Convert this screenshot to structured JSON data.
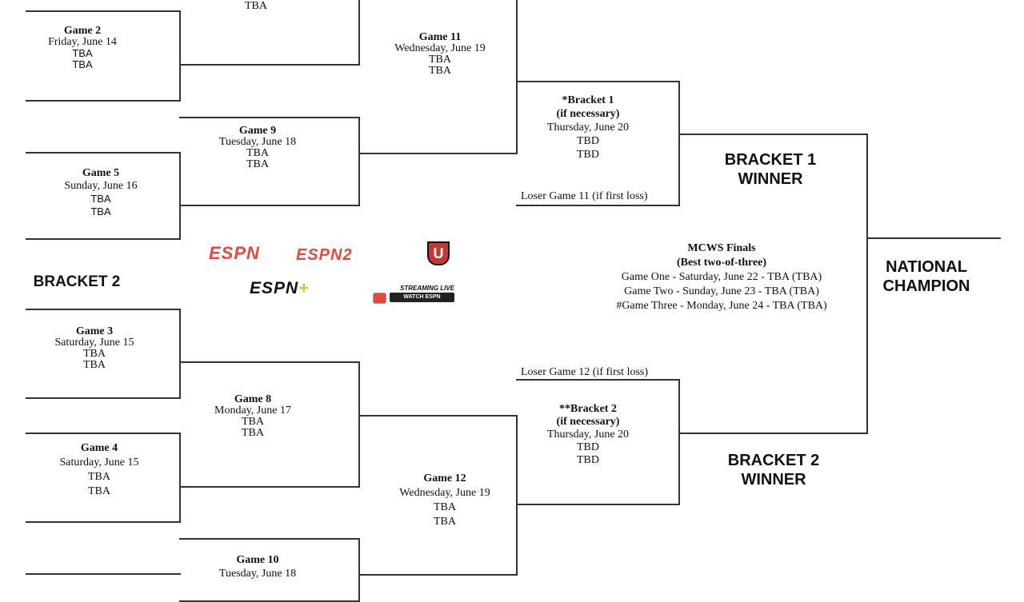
{
  "games": {
    "top": {
      "t1": "TBA"
    },
    "g2": {
      "title": "Game 2",
      "date": "Friday, June 14",
      "t1": "TBA",
      "t2": "TBA"
    },
    "g11": {
      "title": "Game 11",
      "date": "Wednesday, June 19",
      "t1": "TBA",
      "t2": "TBA"
    },
    "g9": {
      "title": "Game 9",
      "date": "Tuesday, June 18",
      "t1": "TBA",
      "t2": "TBA"
    },
    "g5": {
      "title": "Game 5",
      "date": "Sunday, June 16",
      "t1": "TBA",
      "t2": "TBA"
    },
    "g3": {
      "title": "Game 3",
      "date": "Saturday, June 15",
      "t1": "TBA",
      "t2": "TBA"
    },
    "g8": {
      "title": "Game 8",
      "date": "Monday, June 17",
      "t1": "TBA",
      "t2": "TBA"
    },
    "g4": {
      "title": "Game 4",
      "date": "Saturday, June 15",
      "t1": "TBA",
      "t2": "TBA"
    },
    "g12": {
      "title": "Game 12",
      "date": "Wednesday, June 19",
      "t1": "TBA",
      "t2": "TBA"
    },
    "g10": {
      "title": "Game 10",
      "date": "Tuesday, June 18"
    }
  },
  "bracket1": {
    "title": "*Bracket 1",
    "sub": "(if necessary)",
    "date": "Thursday, June 20",
    "t1": "TBD",
    "t2": "TBD",
    "loser": "Loser Game 11 (if first loss)"
  },
  "bracket2": {
    "title": "**Bracket 2",
    "sub": "(if necessary)",
    "date": "Thursday, June 20",
    "t1": "TBD",
    "t2": "TBD",
    "loser": "Loser Game 12 (if first loss)"
  },
  "labels": {
    "bracket2": "BRACKET 2",
    "b1w1": "BRACKET 1",
    "b1w2": "WINNER",
    "b2w1": "BRACKET 2",
    "b2w2": "WINNER",
    "nc1": "NATIONAL",
    "nc2": "CHAMPION"
  },
  "finals": {
    "title": "MCWS Finals",
    "sub": "(Best two-of-three)",
    "g1": "Game One - Saturday, June 22 - TBA (TBA)",
    "g2": "Game Two - Sunday, June 23 - TBA (TBA)",
    "g3": "#Game Three - Monday, June 24 - TBA (TBA)"
  },
  "logos": {
    "espn": "ESPN",
    "espn2": "ESPN2",
    "espnu": "U",
    "espnplus": "ESPN",
    "plus": "+",
    "streaming": "STREAMING LIVE",
    "watch": "WATCH ESPN"
  },
  "colors": {
    "espn_red": "#e8473a"
  }
}
